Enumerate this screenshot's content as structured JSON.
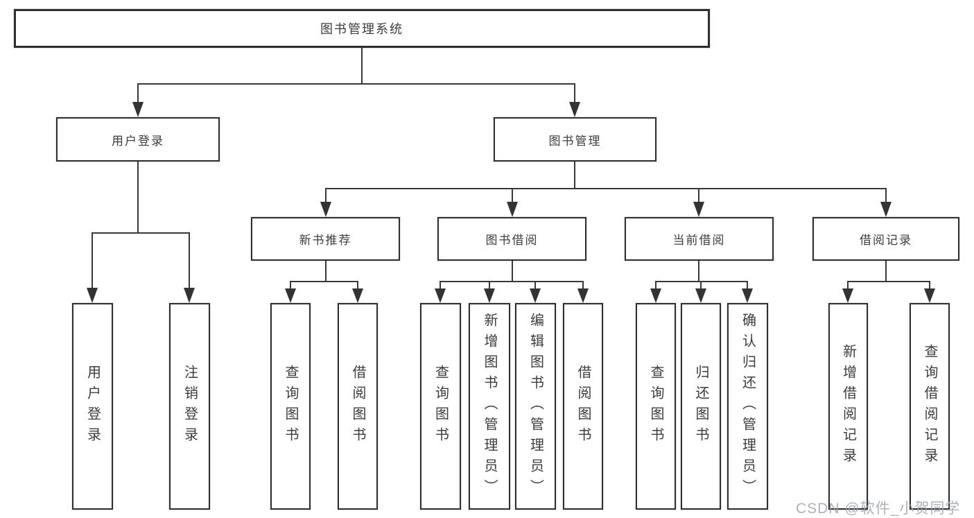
{
  "diagram": {
    "nodes": {
      "root": "图书管理系统",
      "user_login": "用户登录",
      "book_mgmt": "图书管理",
      "new_book_rec": "新书推荐",
      "book_borrow": "图书借阅",
      "current_borrow": "当前借阅",
      "borrow_record": "借阅记录",
      "leaf_user_login": "用户登录",
      "leaf_logout": "注销登录",
      "leaf_query_book_rec": "查询图书",
      "leaf_borrow_book_rec": "借阅图书",
      "leaf_query_book_borrow": "查询图书",
      "leaf_add_book": "新增图书（管理员）",
      "leaf_edit_book": "编辑图书（管理员）",
      "leaf_borrow_book_borrow": "借阅图书",
      "leaf_query_book_current": "查询图书",
      "leaf_return_book": "归还图书",
      "leaf_confirm_return": "确认归还（管理员）",
      "leaf_add_record": "新增借阅记录",
      "leaf_query_record": "查询借阅记录"
    },
    "hierarchy": {
      "图书管理系统": {
        "用户登录": [
          "用户登录",
          "注销登录"
        ],
        "图书管理": {
          "新书推荐": [
            "查询图书",
            "借阅图书"
          ],
          "图书借阅": [
            "查询图书",
            "新增图书（管理员）",
            "编辑图书（管理员）",
            "借阅图书"
          ],
          "当前借阅": [
            "查询图书",
            "归还图书",
            "确认归还（管理员）"
          ],
          "借阅记录": [
            "新增借阅记录",
            "查询借阅记录"
          ]
        }
      }
    },
    "colors": {
      "line": "#383838",
      "box_border": "#2f2f2f",
      "text": "#3c3c3c",
      "watermark": "#9ea4ad",
      "background": "#ffffff"
    },
    "watermark": "CSDN @软件_小贺同学"
  }
}
